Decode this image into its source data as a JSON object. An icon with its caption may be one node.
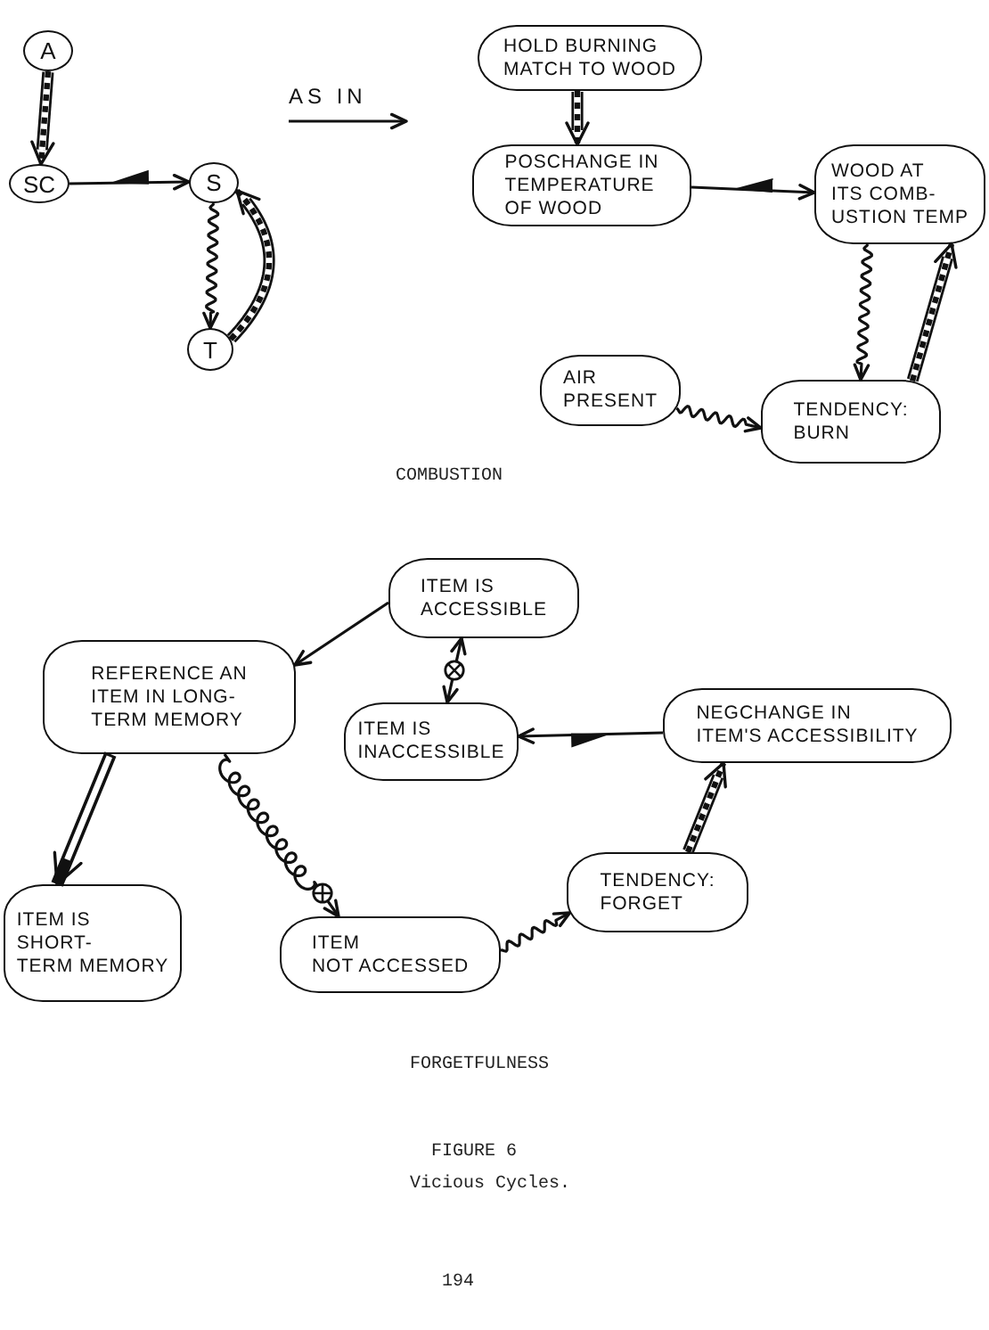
{
  "diagram": {
    "title": "FIGURE 6",
    "caption": "Vicious Cycles.",
    "nodes": [
      {
        "text": [
          "A"
        ]
      },
      {
        "text": [
          "SC"
        ]
      },
      {
        "text": [
          "S"
        ]
      },
      {
        "text": [
          "T"
        ]
      },
      {
        "text": [
          "HOLD BURNING MATCH TO WOOD"
        ]
      },
      {
        "text": [
          "POSCHANGE IN TEMPERATURE OF WOOD"
        ]
      },
      {
        "text": [
          "WOOD AT ITS COMB- USTION TEMP"
        ]
      },
      {
        "text": [
          "AIR PRESENT"
        ]
      },
      {
        "text": [
          "TENDENCY: BURN"
        ]
      },
      {
        "text": [
          "ITEM IS ACCESSIBLE"
        ]
      },
      {
        "text": [
          "REFERENCE AN ITEM IN LONG- TERM MEMORY"
        ]
      },
      {
        "text": [
          "ITEM IS INACCESSIBLE"
        ]
      },
      {
        "text": [
          "NEGCHANGE IN ITEM'S ACCESSIBILITY"
        ]
      },
      {
        "text": [
          "ITEM IS SHORT- TERM MEMORY"
        ]
      },
      {
        "text": [
          "ITEM NOT ACCESSED"
        ]
      },
      {
        "text": [
          "TENDENCY: FORGET"
        ]
      }
    ],
    "edges": [
      {
        "from": 0,
        "to": 1,
        "arrow": "to",
        "style": "dashed"
      },
      {
        "from": 1,
        "to": 2,
        "arrow": "to"
      },
      {
        "from": 2,
        "to": 3,
        "arrow": "to"
      },
      {
        "from": 3,
        "to": 2,
        "arrow": "to",
        "style": "dashed"
      },
      {
        "from": 4,
        "to": 5,
        "arrow": "to",
        "style": "dashed"
      },
      {
        "from": 5,
        "to": 6,
        "arrow": "to"
      },
      {
        "from": 6,
        "to": 8,
        "arrow": "to"
      },
      {
        "from": 8,
        "to": 6,
        "arrow": "to",
        "style": "dashed"
      },
      {
        "from": 7,
        "to": 8,
        "arrow": "to"
      },
      {
        "from": 9,
        "to": 10,
        "arrow": "to"
      },
      {
        "from": 9,
        "to": 11,
        "arrow": "both"
      },
      {
        "from": 12,
        "to": 11,
        "arrow": "to"
      },
      {
        "from": 10,
        "to": 13,
        "arrow": "to",
        "style": "thick"
      },
      {
        "from": 10,
        "to": 14,
        "arrow": "to"
      },
      {
        "from": 14,
        "to": 15,
        "arrow": "to"
      },
      {
        "from": 15,
        "to": 12,
        "arrow": "to",
        "style": "dashed"
      }
    ],
    "labels": [
      "AS IN",
      "COMBUSTION",
      "FORGETFULNESS",
      "194"
    ]
  }
}
